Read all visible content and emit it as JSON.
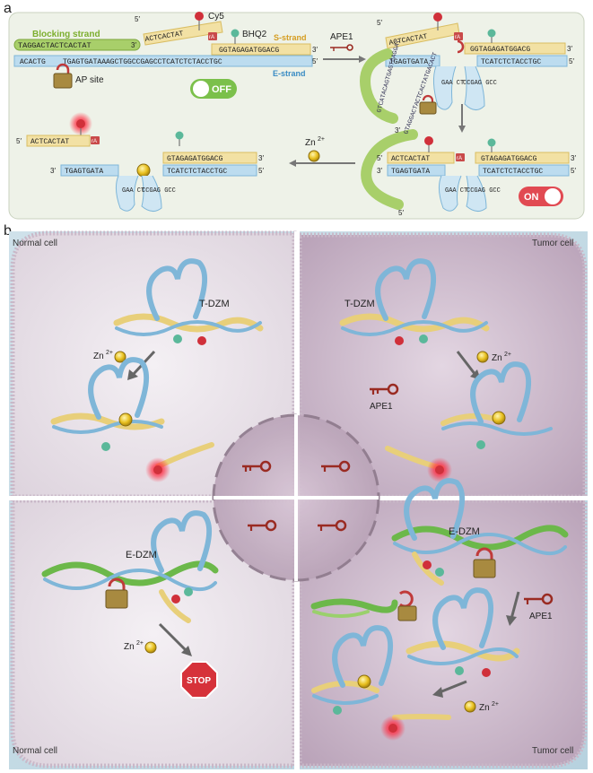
{
  "panel_a": {
    "letter": "a",
    "blocking_strand": "Blocking strand",
    "cy5": "Cy5",
    "bhq2": "BHQ2",
    "s_strand": "S-strand",
    "e_strand": "E-strand",
    "ape1": "APE1",
    "ap_site": "AP site",
    "off": "OFF",
    "on": "ON",
    "zn": "Zn",
    "zn_sup": "2+",
    "five_prime": "5′",
    "three_prime": "3′",
    "rA": "rA",
    "seq_block_top": "TAGGACTACTCACTAT",
    "seq_block_bot": "ACACTG",
    "seq_s_top_left": "ACTCACTAT",
    "seq_s_top_right": "GGTAGAGATGGACG",
    "seq_e_long": "TGAGTGATAAAGCTGGCCGAGCCTCATCTCTACCTGC",
    "seq_s_right_top": "ACTCACTAT",
    "seq_s_right_tail": "GGTAGAGATGGACG",
    "seq_e_right_left": "TGAGTGATA",
    "seq_e_right_right": "TCATCTCTACCTGC",
    "seq_loop_left": "GAA CT",
    "seq_loop_right": "CCGAG GCC",
    "seq_block_curve": "GTCATACAGTGAGTCAGGAT",
    "seq_mid_top_left": "ACTCACTAT",
    "seq_mid_top_right": "GTAGAGATGGACG",
    "seq_mid_bot_left": "TGAGTGATA",
    "seq_mid_bot_right": "TCATCTCTACCTGC",
    "seq_mid_curve": "GTAGGACTACTCACTATGACACT",
    "seq_prod_left": "ACTCACTAT",
    "seq_prod_top": "GTAGAGATGGACG",
    "seq_prod_bot_left": "TGAGTGATA",
    "seq_prod_bot_right": "TCATCTCTACCTGC"
  },
  "panel_b": {
    "letter": "b",
    "normal_cell": "Normal cell",
    "tumor_cell": "Tumor cell",
    "t_dzm": "T-DZM",
    "e_dzm": "E-DZM",
    "ape1": "APE1",
    "zn": "Zn",
    "zn_sup": "2+",
    "stop": "STOP"
  },
  "colors": {
    "yellow_strand": "#e8cf7a",
    "blue_strand": "#7fb6d8",
    "green_strand": "#8fbf4a",
    "red_dot": "#d0303a",
    "teal_dot": "#5bb89a",
    "key": "#9a2b22",
    "normal_bg": "#ece6ec",
    "tumor_bg": "#d7c8d6",
    "panel_a_bg": "#eef2e8"
  }
}
